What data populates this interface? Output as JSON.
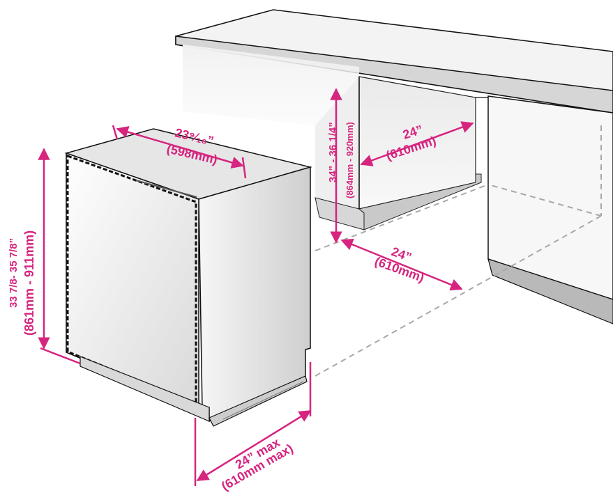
{
  "dimensions": {
    "unit_width": {
      "imperial": "23⁹⁄₁₆”",
      "metric": "(598mm)"
    },
    "unit_height": {
      "imperial": "33 7/8- 35 7/8”",
      "metric": "(861mm - 911mm)"
    },
    "unit_depth": {
      "imperial": "24” max",
      "metric": "(610mm max)"
    },
    "cabinet_height": {
      "imperial": "34” - 36 1/4”",
      "metric": "(864mm - 920mm)"
    },
    "opening_width": {
      "imperial": "24”",
      "metric": "(610mm)"
    },
    "opening_depth": {
      "imperial": "24”",
      "metric": "(610mm)"
    }
  },
  "colors": {
    "dimension": "#d6247f",
    "outline": "#111111",
    "panel_light": "#f4f4f4",
    "panel_mid": "#dedede",
    "panel_dark": "#bdbdbd",
    "guide": "#a8a8a8"
  }
}
